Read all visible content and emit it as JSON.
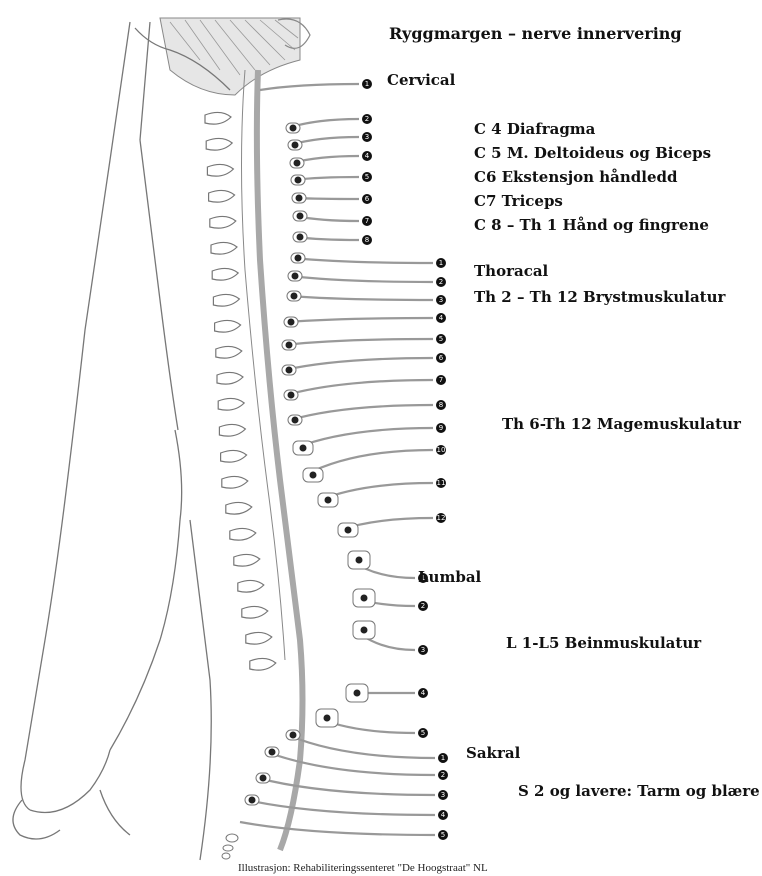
{
  "title": "Ryggmargen – nerve innervering",
  "sections": {
    "cervical": {
      "label": "Cervical",
      "nerve_count": 8
    },
    "thoracal": {
      "label": "Thoracal",
      "nerve_count": 12
    },
    "lumbal": {
      "label": "Lumbal",
      "nerve_count": 5
    },
    "sakral": {
      "label": "Sakral",
      "nerve_count": 5
    }
  },
  "annotations": {
    "c4": "C 4 Diafragma",
    "c5": "C 5 M. Deltoideus og Biceps",
    "c6": "C6 Ekstensjon håndledd",
    "c7": "C7 Triceps",
    "c8": "C 8 – Th 1 Hånd og fingrene",
    "th2": "Th 2 – Th 12 Brystmuskulatur",
    "th6": "Th 6-Th 12 Magemuskulatur",
    "l1": "L 1-L5 Beinmuskulatur",
    "s2": "S 2 og lavere: Tarm og blære"
  },
  "credit": "Illustrasjon: Rehabiliteringssenteret \"De Hoogstraat\" NL",
  "colors": {
    "cord": "#a8a8a8",
    "outline": "#777777",
    "ink": "#111111"
  }
}
